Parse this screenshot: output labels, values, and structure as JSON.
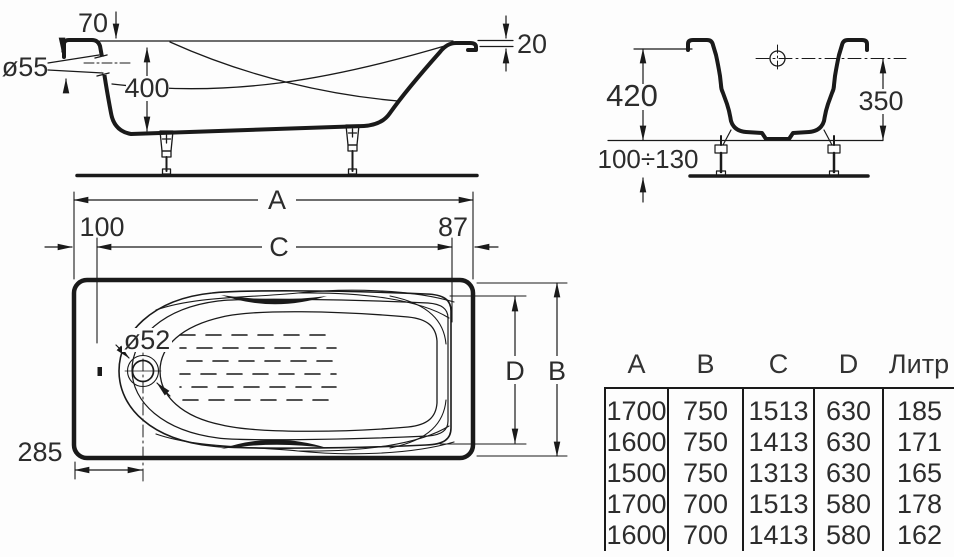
{
  "colors": {
    "line": "#1a1a1a",
    "text": "#2c2c2c",
    "background": "#fdfdfd"
  },
  "side_view": {
    "rim_overhang": "70",
    "overflow_diameter": "ø55",
    "inner_depth": "400",
    "rim_edge_height": "20"
  },
  "end_view": {
    "overall_height": "420",
    "inner_height": "350",
    "leg_adjust_range": "100÷130"
  },
  "top_view": {
    "length_label": "A",
    "left_offset": "100",
    "right_offset": "87",
    "inner_length_label": "C",
    "inner_width_label": "D",
    "width_label": "B",
    "drain_diameter": "ø52",
    "drain_offset": "285"
  },
  "spec_table": {
    "headers": [
      "A",
      "B",
      "C",
      "D",
      "Литр"
    ],
    "rows": [
      [
        "1700",
        "750",
        "1513",
        "630",
        "185"
      ],
      [
        "1600",
        "750",
        "1413",
        "630",
        "171"
      ],
      [
        "1500",
        "750",
        "1313",
        "630",
        "165"
      ],
      [
        "1700",
        "700",
        "1513",
        "580",
        "178"
      ],
      [
        "1600",
        "700",
        "1413",
        "580",
        "162"
      ]
    ]
  }
}
